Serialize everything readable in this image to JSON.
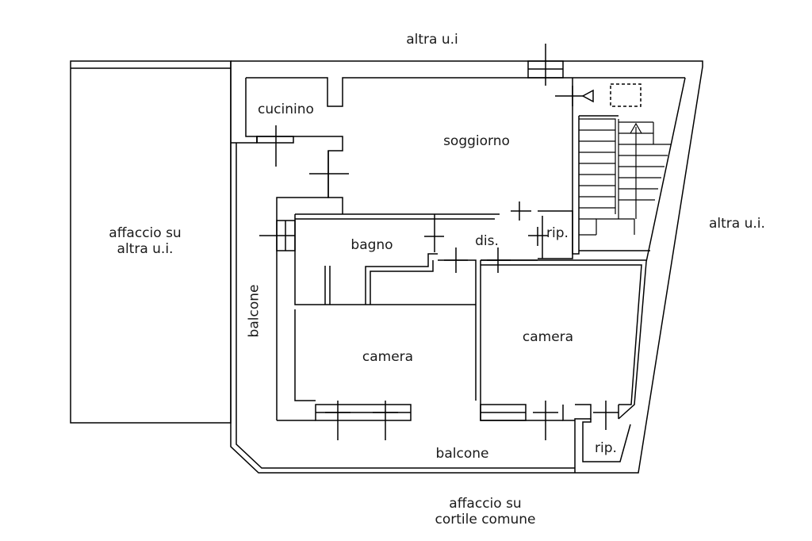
{
  "plan": {
    "labels": {
      "altra_top": "altra u.i",
      "altra_right": "altra u.i.",
      "affaccio_left_line1": "affaccio su",
      "affaccio_left_line2": "altra u.i.",
      "cucinino": "cucinino",
      "soggiorno": "soggiorno",
      "bagno": "bagno",
      "dis": "dis.",
      "rip_upper": "rip.",
      "rip_lower": "rip.",
      "camera_left": "camera",
      "camera_right": "camera",
      "balcone_left": "balcone",
      "balcone_bottom": "balcone",
      "affaccio_bottom_line1": "affaccio su",
      "affaccio_bottom_line2": "cortile comune"
    },
    "colors": {
      "line": "#000000",
      "background": "#ffffff"
    }
  }
}
